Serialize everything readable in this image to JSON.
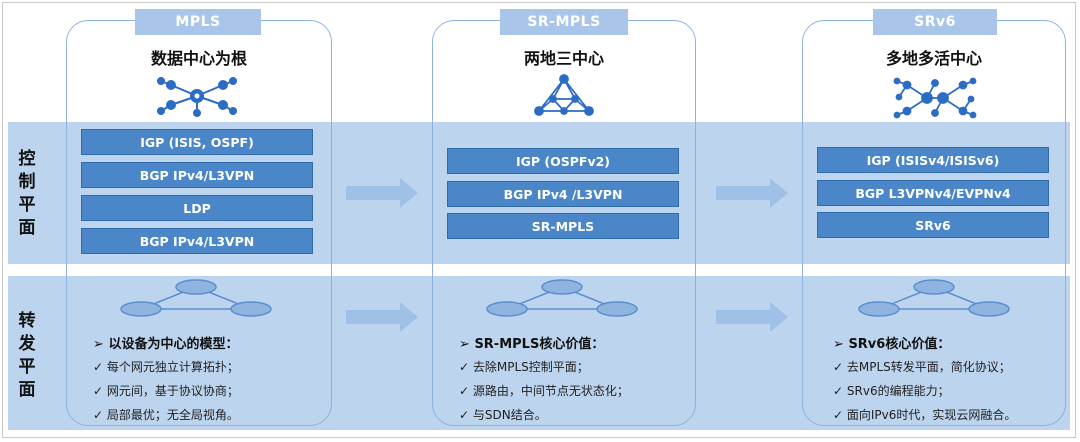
{
  "rows": {
    "control": "控\n制\n平\n面",
    "forward": "转\n发\n平\n面"
  },
  "columns": [
    {
      "tab": "MPLS",
      "title": "数据中心为根",
      "control": [
        "IGP (ISIS, OSPF)",
        "BGP IPv4/L3VPN",
        "LDP",
        "BGP IPv4/L3VPN"
      ],
      "value_title": "以设备为中心的模型：",
      "values": [
        "每个网元独立计算拓扑；",
        "网元间，基于协议协商；",
        "局部最优；无全局视角。"
      ]
    },
    {
      "tab": "SR-MPLS",
      "title": "两地三中心",
      "control": [
        "IGP (OSPFv2)",
        "BGP IPv4 /L3VPN",
        "SR-MPLS"
      ],
      "value_title": "SR-MPLS核心价值：",
      "values": [
        "去除MPLS控制平面；",
        "源路由，中间节点无状态化；",
        "与SDN结合。"
      ]
    },
    {
      "tab": "SRv6",
      "title": "多地多活中心",
      "control": [
        "IGP  (ISISv4/ISISv6)",
        "BGP L3VPNv4/EVPNv4",
        "SRv6"
      ],
      "value_title": "SRv6核心价值：",
      "values": [
        "去MPLS转发平面，简化协议；",
        "SRv6的编程能力；",
        "面向IPv6时代，实现云网融合。"
      ]
    }
  ],
  "bullets": {
    "title_marker": "➢",
    "item_marker": "✓"
  },
  "colors": {
    "tab": "#a9c6ea",
    "box": "#4a86c8",
    "band": "#bcd4ee",
    "icon": "#2b6cc4"
  },
  "icons": [
    "hub-topology-icon",
    "triangle-mesh-icon",
    "dual-hub-topology-icon",
    "router-ring-icon",
    "arrow-right-icon"
  ]
}
